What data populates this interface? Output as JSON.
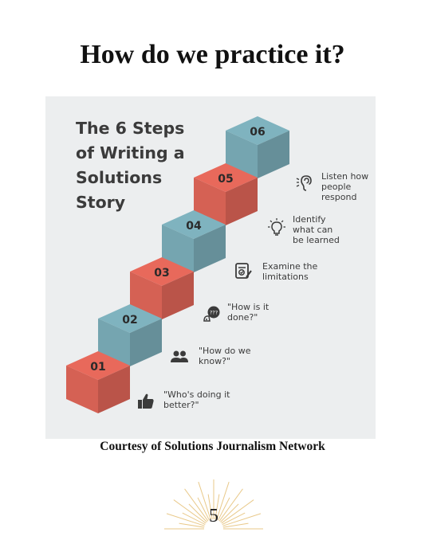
{
  "page": {
    "title": "How do we practice it?",
    "caption": "Courtesy of Solutions Journalism Network",
    "page_number": "5"
  },
  "infographic": {
    "title_lines": [
      "The 6 Steps",
      "of Writing a",
      "Solutions",
      "Story"
    ],
    "steps": [
      {
        "number": "01",
        "text": "\"Who's doing it\nbetter?\"",
        "icon": "thumbs-up-icon",
        "color": "#e8695b"
      },
      {
        "number": "02",
        "text": "\"How do we\nknow?\"",
        "icon": "people-icon",
        "color": "#7fb3bf"
      },
      {
        "number": "03",
        "text": "\"How is it\ndone?\"",
        "icon": "question-bubble-icon",
        "color": "#e8695b"
      },
      {
        "number": "04",
        "text": "Examine the\nlimitations",
        "icon": "checklist-icon",
        "color": "#7fb3bf"
      },
      {
        "number": "05",
        "text": "Identify\nwhat can\nbe learned",
        "icon": "lightbulb-icon",
        "color": "#e8695b"
      },
      {
        "number": "06",
        "text": "Listen how\npeople\nrespond",
        "icon": "ear-icon",
        "color": "#7fb3bf"
      }
    ]
  },
  "colors": {
    "coral": "#e8695b",
    "teal": "#7fb3bf",
    "sun": "#e9c98a"
  }
}
